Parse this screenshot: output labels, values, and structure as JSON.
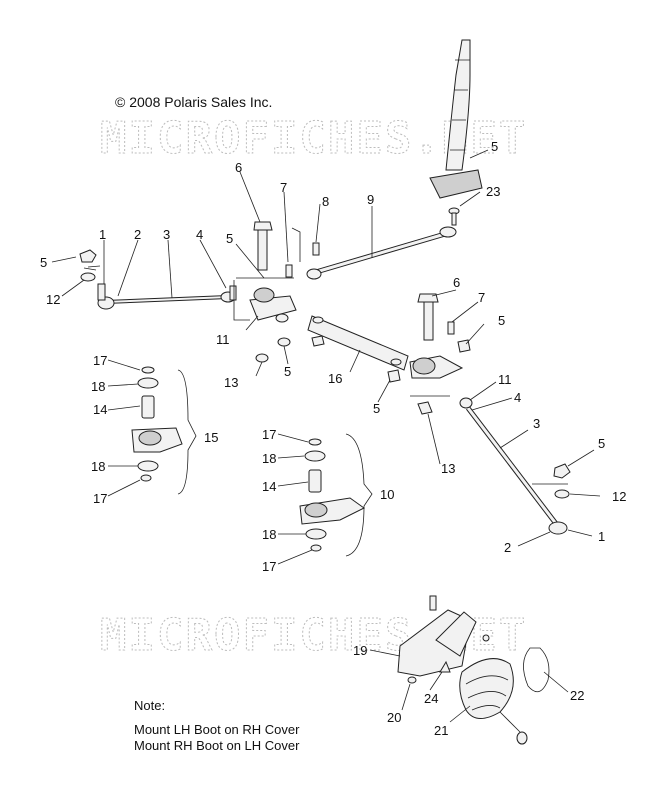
{
  "copyright": "© 2008 Polaris Sales Inc.",
  "watermark": "MICROFICHES.NET",
  "note": {
    "title": "Note:",
    "lines": [
      "Mount LH Boot on RH Cover",
      "Mount RH Boot on LH Cover"
    ]
  },
  "callouts": {
    "c1a": "1",
    "c2a": "2",
    "c3a": "3",
    "c4a": "4",
    "c5a": "5",
    "c12a": "12",
    "c6a": "6",
    "c7a": "7",
    "c8a": "8",
    "c9": "9",
    "c5b": "5",
    "c23": "23",
    "c5c": "5",
    "c11a": "11",
    "c13a": "13",
    "c5d": "5",
    "c16": "16",
    "c6b": "6",
    "c7b": "7",
    "c5e": "5",
    "c11b": "11",
    "c4b": "4",
    "c3b": "3",
    "c5f": "5",
    "c13b": "13",
    "c5g": "5",
    "c12b": "12",
    "c2b": "2",
    "c1b": "1",
    "c17a": "17",
    "c18a": "18",
    "c14a": "14",
    "c15": "15",
    "c18b": "18",
    "c17b": "17",
    "c17c": "17",
    "c18c": "18",
    "c14b": "14",
    "c10": "10",
    "c18d": "18",
    "c17d": "17",
    "c19": "19",
    "c24": "24",
    "c20": "20",
    "c21": "21",
    "c22": "22"
  }
}
